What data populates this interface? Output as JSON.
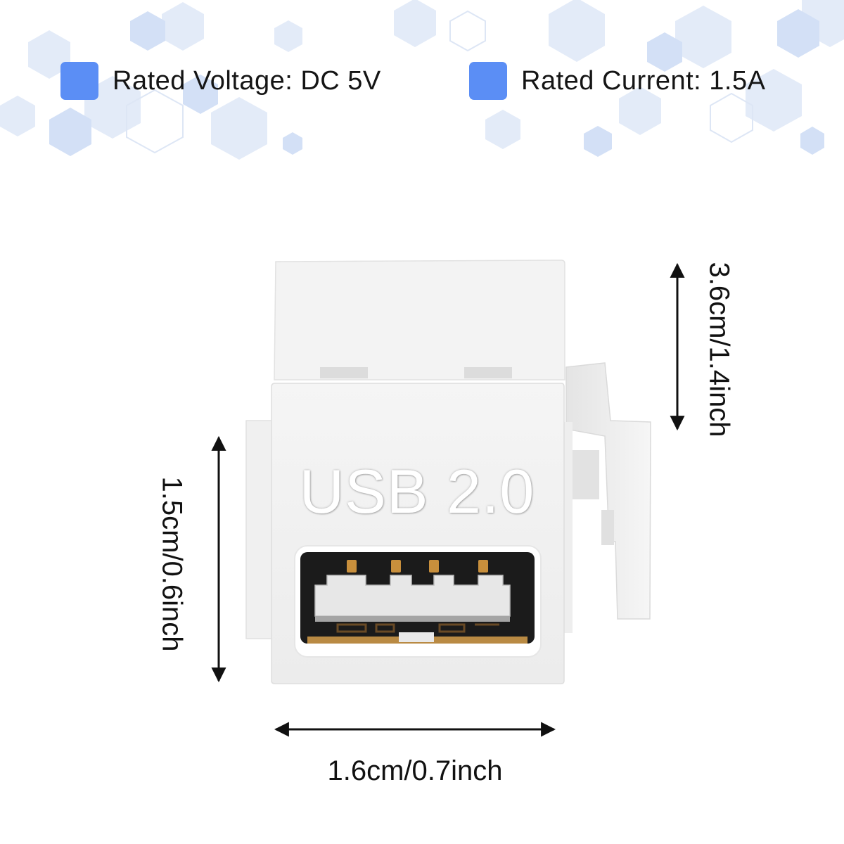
{
  "specs": {
    "voltage": {
      "label": "Rated Voltage: DC 5V",
      "swatch_color": "#5b8ef5"
    },
    "current": {
      "label": "Rated Current: 1.5A",
      "swatch_color": "#5b8ef5"
    }
  },
  "product": {
    "name": "usb-keystone-jack",
    "print_label": "USB 2.0",
    "body_color": "#f4f4f4"
  },
  "dimensions": {
    "width": "1.6cm/0.7inch",
    "height": "1.5cm/0.6inch",
    "depth": "3.6cm/1.4inch"
  },
  "background": {
    "pattern": "hexagon-pattern",
    "colors": [
      "#dfe8f8",
      "#cddcf4",
      "#ebf1fb"
    ]
  }
}
